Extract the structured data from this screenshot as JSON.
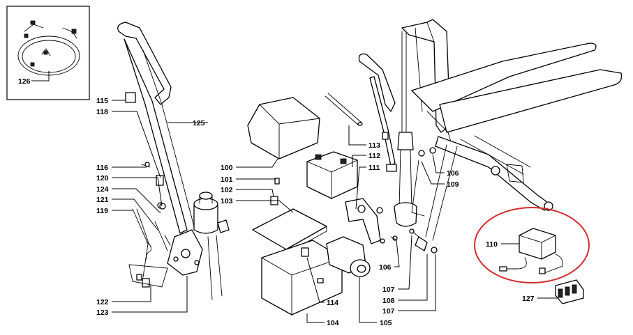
{
  "callout_labels": {
    "p100": "100",
    "p101": "101",
    "p102": "102",
    "p103": "103",
    "p104": "104",
    "p105": "105",
    "p106a": "106",
    "p106b": "106",
    "p107a": "107",
    "p107b": "107",
    "p108": "108",
    "p109": "109",
    "p110": "110",
    "p111": "111",
    "p112": "112",
    "p113": "113",
    "p114": "114",
    "p115": "115",
    "p116": "116",
    "p118": "118",
    "p119": "119",
    "p120": "120",
    "p121": "121",
    "p122": "122",
    "p123": "123",
    "p124": "124",
    "p125": "125",
    "p126": "126",
    "p127": "127"
  },
  "colors": {
    "line": "#000000",
    "background": "#ffffff",
    "highlight_ellipse": "#d42a2a"
  }
}
